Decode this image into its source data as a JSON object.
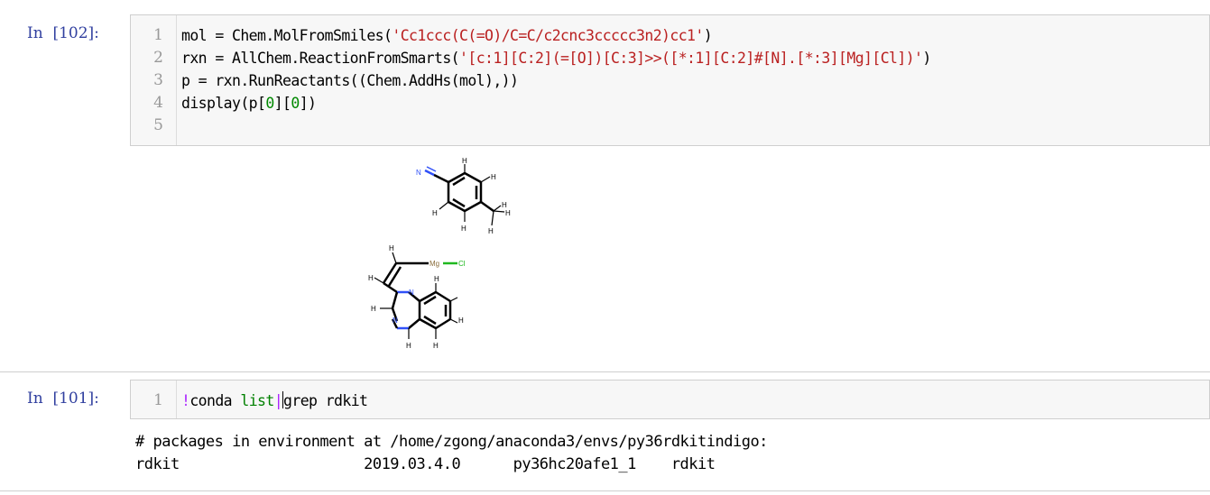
{
  "cells": [
    {
      "prompt": "In  [102]:",
      "line_numbers": [
        "1",
        "2",
        "3",
        "4",
        "5"
      ],
      "code": {
        "l1_a": "mol = Chem.MolFromSmiles(",
        "l1_s": "'Cc1ccc(C(=O)/C=C/c2cnc3ccccc3n2)cc1'",
        "l1_b": ")",
        "l2_a": "rxn = AllChem.ReactionFromSmarts(",
        "l2_s": "'[c:1][C:2](=[O])[C:3]>>([*:1][C:2]#[N].[*:3][Mg][Cl])'",
        "l2_b": ")",
        "l3": "p = rxn.RunReactants((Chem.AddHs(mol),))",
        "l4_a": "display(p[",
        "l4_n1": "0",
        "l4_m": "][",
        "l4_n2": "0",
        "l4_b": "])"
      },
      "output_image": {
        "molecule_1_atoms": [
          "N",
          "H",
          "H",
          "H",
          "H",
          "H",
          "H",
          "H"
        ],
        "molecule_2_atoms": [
          "H",
          "Mg",
          "Cl",
          "H",
          "N",
          "H",
          "N",
          "H",
          "H",
          "H",
          "H"
        ]
      }
    },
    {
      "prompt": "In  [101]:",
      "line_numbers": [
        "1"
      ],
      "code": {
        "bang": "!",
        "cmd": "conda ",
        "kw": "list",
        "pipe": "|",
        "rest": "grep rdkit"
      },
      "output_lines": [
        "# packages in environment at /home/zgong/anaconda3/envs/py36rdkitindigo:",
        "rdkit                     2019.03.4.0      py36hc20afe1_1    rdkit"
      ]
    }
  ],
  "colors": {
    "prompt": "#303f9f",
    "string": "#ba2121",
    "operator": "#aa22ff",
    "keyword": "#008000",
    "nitrogen": "#3050f8",
    "chlorine": "#1fb81f"
  }
}
